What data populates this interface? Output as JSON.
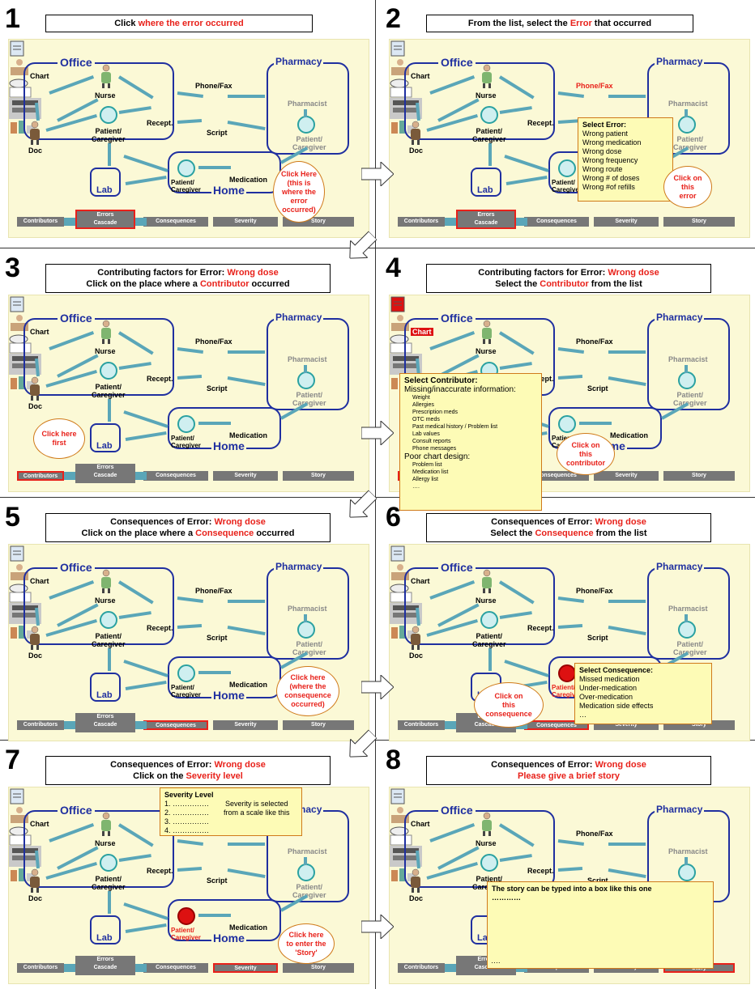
{
  "panels": [
    {
      "number": "1",
      "title_parts": [
        "Click ",
        "where the error occurred"
      ],
      "callout": "Click Here\n(this is\nwhere the\nerror\noccurred)",
      "active_tab": "Errors"
    },
    {
      "number": "2",
      "title_parts": [
        "From the list, select the ",
        "Error",
        " that occurred"
      ],
      "list_title": "Select Error:",
      "list_items": [
        "Wrong patient",
        "Wrong medication",
        "Wrong dose",
        "Wrong frequency",
        "Wrong route",
        "Wrong # of doses",
        "Wrong #of refills"
      ],
      "callout": "Click on\nthis\nerror",
      "active_tab": "Errors"
    },
    {
      "number": "3",
      "title_line1": [
        "Contributing factors for Error: ",
        "Wrong dose"
      ],
      "title_line2": [
        "Click on the place where a ",
        "Contributor",
        " occurred"
      ],
      "callout": "Click here\nfirst",
      "active_tab": "Contributors"
    },
    {
      "number": "4",
      "title_line1": [
        "Contributing factors for Error: ",
        "Wrong dose"
      ],
      "title_line2": [
        "Select the ",
        "Contributor",
        " from the list"
      ],
      "list_title": "Select Contributor:",
      "group1": "Missing/inaccurate information:",
      "group1_items": [
        "Weight",
        "Allergies",
        "Prescription meds",
        "OTC meds",
        "Past medical history / Problem list",
        "Lab values",
        "Consult reports",
        "Phone messages"
      ],
      "group2": "Poor chart design:",
      "group2_items": [
        "Problem list",
        "Medication list",
        "Allergy list",
        "…."
      ],
      "callout": "Click on\nthis\ncontributor",
      "active_tab": "Contributors"
    },
    {
      "number": "5",
      "title_line1": [
        "Consequences of Error: ",
        "Wrong dose"
      ],
      "title_line2": [
        "Click on the place where a ",
        "Consequence",
        " occurred"
      ],
      "callout": "Click here\n(where the\nconsequence\noccurred)",
      "active_tab": "Consequences"
    },
    {
      "number": "6",
      "title_line1": [
        "Consequences of Error: ",
        "Wrong dose"
      ],
      "title_line2": [
        "Select the ",
        "Consequence",
        " from the list"
      ],
      "list_title": "Select Consequence:",
      "list_items": [
        "Missed medication",
        "Under-medication",
        "Over-medication",
        "Medication side effects",
        "…"
      ],
      "callout": "Click on\nthis\nconsequence",
      "active_tab": "Consequences"
    },
    {
      "number": "7",
      "title_line1": [
        "Consequences of Error: ",
        "Wrong dose"
      ],
      "title_line2": [
        "Click on the ",
        "Severity level"
      ],
      "list_title": "Severity Level",
      "list_items": [
        "1. ……………",
        "2. ……………",
        "3. ……………",
        "4. ……………"
      ],
      "severity_note": "Severity is selected\nfrom a scale like this",
      "callout": "Click here\nto enter the\n'Story'",
      "active_tab": "Severity"
    },
    {
      "number": "8",
      "title_line1": [
        "Consequences of Error: ",
        "Wrong dose"
      ],
      "title_line2_red": "Please give a brief story",
      "story_text": "The story can be typed into a box like this one",
      "story_dots": "…………",
      "story_end": "….",
      "active_tab": "Story"
    }
  ],
  "diagram": {
    "office": "Office",
    "pharmacy": "Pharmacy",
    "home": "Home",
    "lab": "Lab",
    "chart": "Chart",
    "nurse": "Nurse",
    "doc": "Doc",
    "patient": "Patient/\nCaregiver",
    "recept": "Recept.",
    "phonefax": "Phone/Fax",
    "script": "Script",
    "pharmacist": "Pharmacist",
    "pharm_patient": "Patient/\nCaregiver",
    "home_patient": "Patient/\nCaregiver",
    "medication": "Medication"
  },
  "tabs": {
    "contributors": "Contributors",
    "errors": "Errors",
    "cascade": "Cascade",
    "consequences": "Consequences",
    "severity": "Severity",
    "story": "Story"
  },
  "colors": {
    "accent_red": "#e8211a",
    "blue": "#1f2fa0",
    "slide_bg": "#fbf9d6",
    "callout_border": "#d07a1a"
  }
}
